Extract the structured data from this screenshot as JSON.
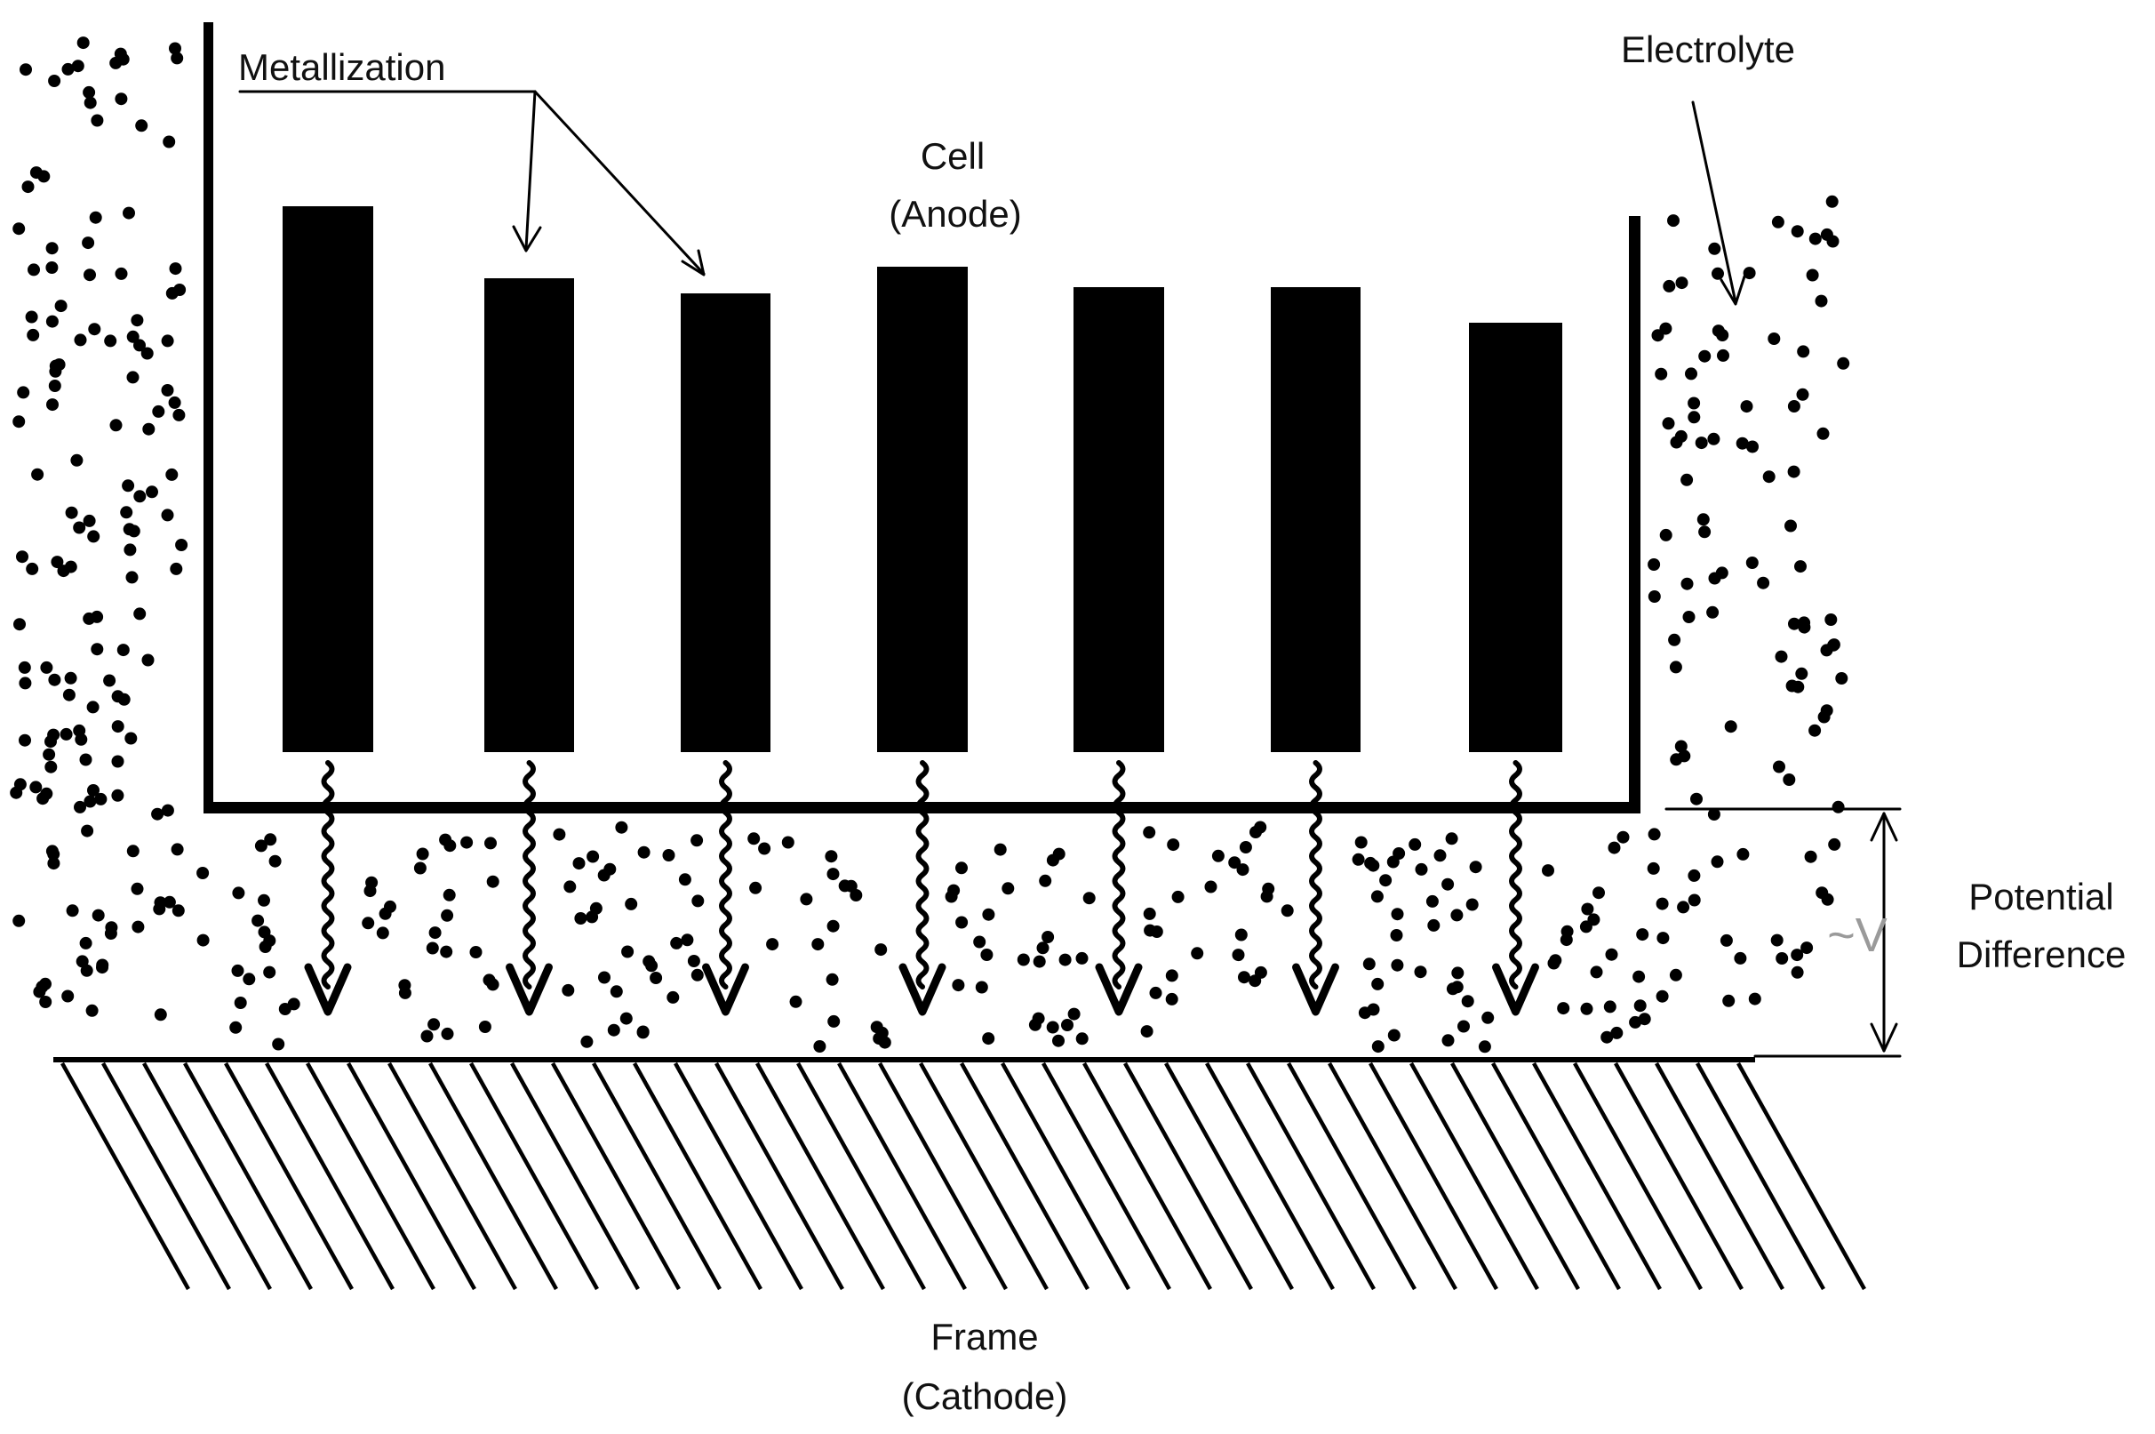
{
  "labels": {
    "metallization": "Metallization",
    "cell_line1": "Cell",
    "cell_line2": "(Anode)",
    "electrolyte": "Electrolyte",
    "potential_symbol": "~V",
    "potential_line1": "Potential",
    "potential_line2": "Difference",
    "frame_line1": "Frame",
    "frame_line2": "(Cathode)"
  },
  "colors": {
    "ink": "#000000",
    "background": "#ffffff",
    "potential_symbol": "#9a9a9a"
  },
  "components": {
    "metallization_fingers": 7,
    "current_arrows": 7
  }
}
